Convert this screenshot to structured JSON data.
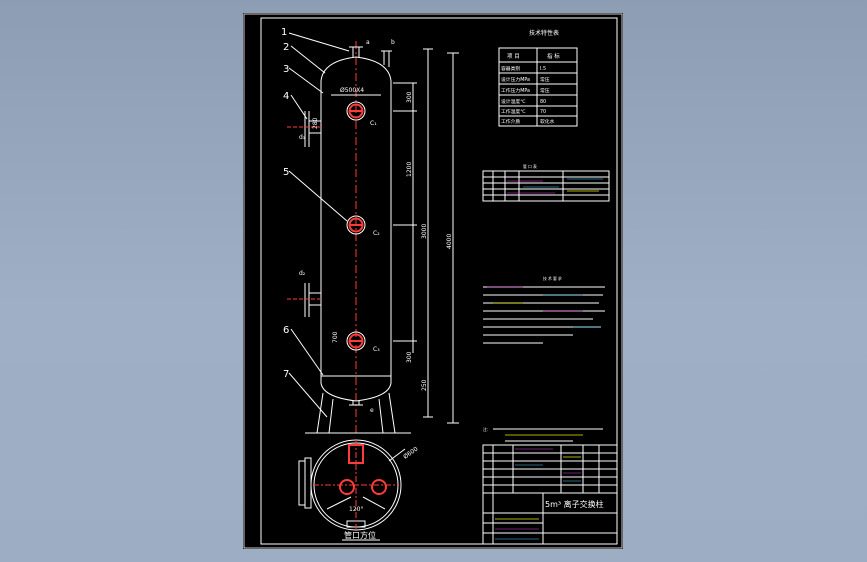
{
  "drawing": {
    "part_callouts": [
      "1",
      "2",
      "3",
      "4",
      "5",
      "6",
      "7"
    ],
    "nozzle_marks": {
      "a": "a",
      "b": "b",
      "c1": "C₁",
      "c2": "C₂",
      "c3": "C₃",
      "d1": "d₁",
      "d2": "d₂",
      "e": "e"
    },
    "dimensions": {
      "diameter": "Ø500X4",
      "top_offset": "300",
      "c1_spacing": "1200",
      "middle_span": "3000",
      "overall_height": "4000",
      "c3_offset": "300",
      "bottom_height": "250",
      "left_280": "280",
      "left_700": "700",
      "plan_diameter": "Ø600",
      "plan_angle": "120°"
    },
    "plan_view_label": "管口方位",
    "spec_table": {
      "title": "技术特性表",
      "headers": [
        "项 目",
        "指 标"
      ],
      "rows": [
        [
          "容器类别",
          "I.5"
        ],
        [
          "设计压力MPa",
          "常压"
        ],
        [
          "工作压力MPa",
          "常压"
        ],
        [
          "设计温度℃",
          "80"
        ],
        [
          "工作温度℃",
          "70"
        ],
        [
          "工作介质",
          "软化水"
        ]
      ]
    },
    "nozzle_table_title": "管 口 表",
    "notes_title": "技 术 要 求",
    "note_line": "注：",
    "title_block": {
      "drawing_name": "5m³ 离子交换柱"
    }
  }
}
